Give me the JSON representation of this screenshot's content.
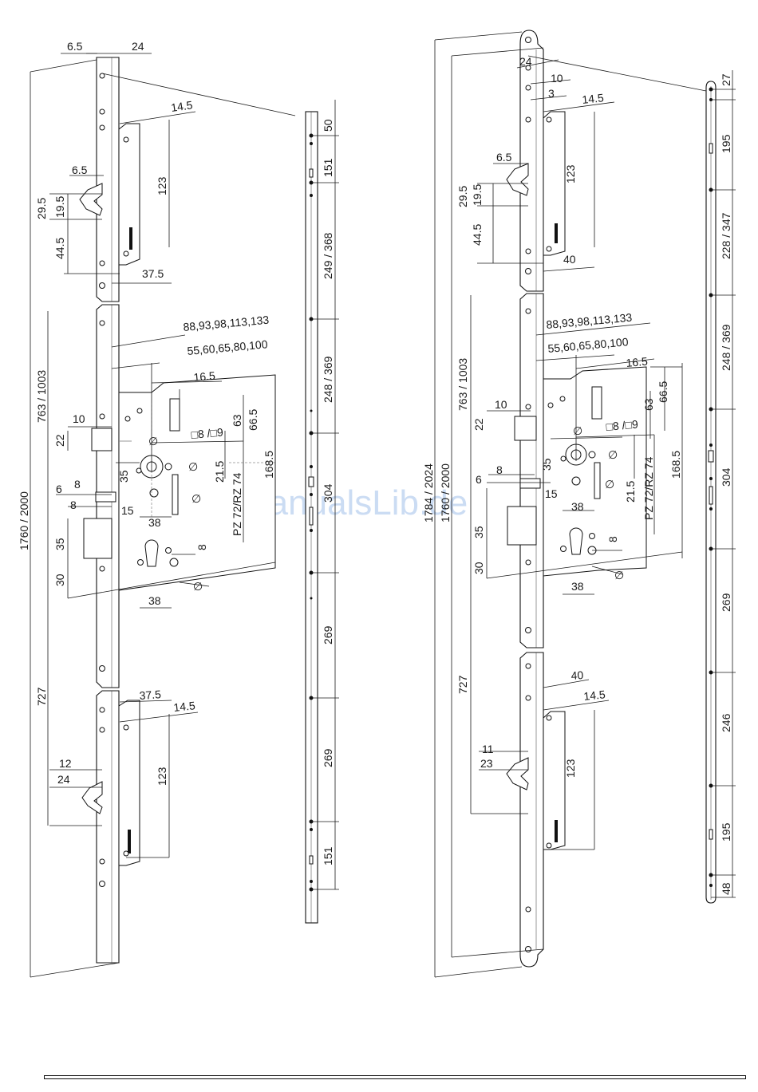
{
  "watermark": "ManualsLib.de",
  "left": {
    "top_labels": [
      "6.5",
      "24"
    ],
    "upper_bolt": {
      "w1": "14.5",
      "h": "123",
      "d1": "6.5",
      "v1": "29.5",
      "v2": "19.5",
      "v3": "44.5",
      "w2": "37.5"
    },
    "overall_v": "1760 / 2000",
    "mid_v": "763 / 1003",
    "lower_v": "727",
    "main_lock": {
      "backsets": "88,93,98,113,133",
      "backsets2": "55,60,65,80,100",
      "w165": "16.5",
      "d10": "10",
      "d22": "22",
      "sq": "□8 /□9",
      "d63": "63",
      "d665": "66.5",
      "d1685": "168.5",
      "d215": "21.5",
      "pz": "PZ 72/RZ 74",
      "d35a": "35",
      "d6": "6",
      "d8a": "8",
      "d8b": "8",
      "d15": "15",
      "d38a": "38",
      "d35b": "35",
      "d30": "30",
      "d8c": "8",
      "d38b": "38",
      "phi": "∅"
    },
    "lower_bolt": {
      "w1": "37.5",
      "w2": "14.5",
      "d12": "12",
      "d24": "24",
      "h": "123"
    },
    "strip": [
      "50",
      "151",
      "249 / 368",
      "248 / 369",
      "304",
      "269",
      "269",
      "151"
    ]
  },
  "right": {
    "top": {
      "d24": "24",
      "d10": "10",
      "d3": "3",
      "w1": "14.5"
    },
    "upper_bolt": {
      "d65": "6.5",
      "v1": "29.5",
      "v2": "19.5",
      "v3": "44.5",
      "h": "123",
      "w40": "40"
    },
    "overall_v": "1784 / 2024",
    "overall_v2": "1760 / 2000",
    "mid_v": "763 / 1003",
    "lower_v": "727",
    "main_lock": {
      "backsets": "88,93,98,113,133",
      "backsets2": "55,60,65,80,100",
      "w165": "16.5",
      "d10": "10",
      "d22": "22",
      "sq": "□8 /□9",
      "d63": "63",
      "d665": "66.5",
      "d1685": "168.5",
      "d215": "21.5",
      "pz": "PZ 72/RZ 74",
      "d35a": "35",
      "d6": "6",
      "d8a": "8",
      "d15": "15",
      "d38a": "38",
      "d35b": "35",
      "d30": "30",
      "d8c": "8",
      "d38b": "38",
      "phi": "∅"
    },
    "lower_bolt": {
      "w40": "40",
      "w1": "14.5",
      "d11": "11",
      "d23": "23",
      "h": "123"
    },
    "strip": [
      "27",
      "195",
      "228 / 347",
      "248 / 369",
      "304",
      "269",
      "246",
      "195",
      "48"
    ]
  }
}
